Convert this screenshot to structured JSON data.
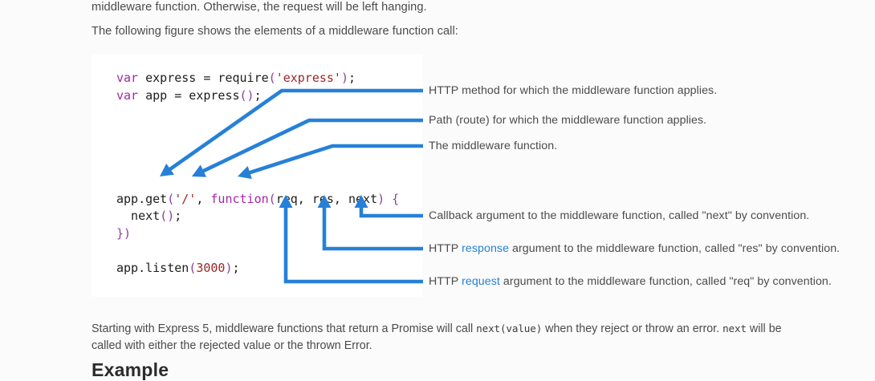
{
  "document": {
    "paragraph_top": "middleware function. Otherwise, the request will be left hanging.",
    "paragraph_intro": "The following figure shows the elements of a middleware function call:",
    "paragraph_bottom_part1": "Starting with Express 5, middleware functions that return a Promise will call ",
    "paragraph_bottom_code1": "next(value)",
    "paragraph_bottom_part2": " when they reject or throw an error. ",
    "paragraph_bottom_code2": "next",
    "paragraph_bottom_part3": " will be called with either the rejected value or the thrown Error.",
    "heading": "Example"
  },
  "figure": {
    "code_lines": [
      {
        "id": "line-require",
        "tokens": [
          {
            "text": "var",
            "type": "keyword"
          },
          {
            "text": " express ",
            "type": "plain"
          },
          {
            "text": "=",
            "type": "plain"
          },
          {
            "text": " require",
            "type": "plain"
          },
          {
            "text": "(",
            "type": "punct"
          },
          {
            "text": "'express'",
            "type": "string"
          },
          {
            "text": ")",
            "type": "punct"
          },
          {
            "text": ";",
            "type": "plain"
          }
        ]
      },
      {
        "id": "line-app",
        "tokens": [
          {
            "text": "var",
            "type": "keyword"
          },
          {
            "text": " app ",
            "type": "plain"
          },
          {
            "text": "=",
            "type": "plain"
          },
          {
            "text": " express",
            "type": "plain"
          },
          {
            "text": "()",
            "type": "punct"
          },
          {
            "text": ";",
            "type": "plain"
          }
        ]
      },
      {
        "id": "line-blank-1",
        "tokens": []
      },
      {
        "id": "line-blank-2",
        "tokens": []
      },
      {
        "id": "line-blank-3",
        "tokens": []
      },
      {
        "id": "line-blank-4",
        "tokens": []
      },
      {
        "id": "line-blank-5",
        "tokens": []
      },
      {
        "id": "line-app-get",
        "tokens": [
          {
            "text": "app.get",
            "type": "plain"
          },
          {
            "text": "(",
            "type": "punct"
          },
          {
            "text": "'/'",
            "type": "string"
          },
          {
            "text": ", ",
            "type": "plain"
          },
          {
            "text": "function",
            "type": "keyword"
          },
          {
            "text": "(",
            "type": "punct"
          },
          {
            "text": "req, res, next",
            "type": "plain"
          },
          {
            "text": ")",
            "type": "punct"
          },
          {
            "text": " {",
            "type": "punct"
          }
        ]
      },
      {
        "id": "line-next-call",
        "tokens": [
          {
            "text": "  next",
            "type": "plain"
          },
          {
            "text": "()",
            "type": "punct"
          },
          {
            "text": ";",
            "type": "plain"
          }
        ]
      },
      {
        "id": "line-close",
        "tokens": [
          {
            "text": "})",
            "type": "punct"
          }
        ]
      },
      {
        "id": "line-blank-6",
        "tokens": []
      },
      {
        "id": "line-listen",
        "tokens": [
          {
            "text": "app.listen",
            "type": "plain"
          },
          {
            "text": "(",
            "type": "punct"
          },
          {
            "text": "3000",
            "type": "number"
          },
          {
            "text": ")",
            "type": "punct"
          },
          {
            "text": ";",
            "type": "plain"
          }
        ]
      }
    ],
    "callouts": [
      {
        "id": "callout-http-method",
        "target": "get",
        "text_before": "HTTP method for which the middleware function applies.",
        "link": "",
        "text_after": ""
      },
      {
        "id": "callout-path",
        "target": "'/'",
        "text_before": "Path (route) for which the middleware function applies.",
        "link": "",
        "text_after": ""
      },
      {
        "id": "callout-middleware-function",
        "target": "function",
        "text_before": "The middleware function.",
        "link": "",
        "text_after": ""
      },
      {
        "id": "callout-next",
        "target": "next",
        "text_before": "Callback argument to the middleware function, called \"next\" by convention.",
        "link": "",
        "text_after": ""
      },
      {
        "id": "callout-res",
        "target": "res",
        "text_before": "HTTP ",
        "link": "response",
        "text_after": " argument to the middleware function, called \"res\" by convention."
      },
      {
        "id": "callout-req",
        "target": "req",
        "text_before": "HTTP ",
        "link": "request",
        "text_after": " argument to the middleware function, called \"req\" by convention."
      }
    ]
  },
  "colors": {
    "connector_blue": "#2680d8",
    "link_blue": "#2680d8",
    "body_text": "#4b4b4b",
    "page_background": "#fbfbfb",
    "code_background": "#ffffff",
    "keyword": "#a626a4",
    "string": "#9d2626",
    "punctuation": "#8d3ea0",
    "number": "#9d2626"
  }
}
